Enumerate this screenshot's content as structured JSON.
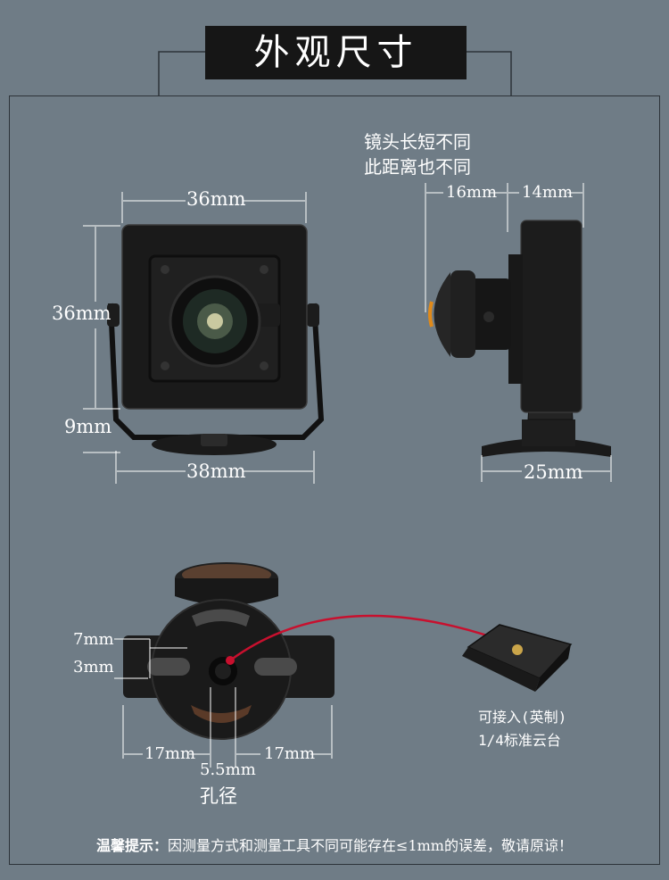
{
  "title": "外观尺寸",
  "front_view": {
    "width_top": "36mm",
    "height_left": "36mm",
    "bracket_height": "9mm",
    "width_bottom": "38mm"
  },
  "side_view": {
    "note_line1": "镜头长短不同",
    "note_line2": "此距离也不同",
    "dim_lens": "16mm",
    "dim_body": "14mm",
    "dim_base": "25mm"
  },
  "bottom_view": {
    "dim_slot": "7mm",
    "dim_slot_height": "3mm",
    "dim_left": "17mm",
    "dim_right": "17mm",
    "hole_diameter": "5.5mm",
    "hole_label": "孔径"
  },
  "tripod": {
    "line1": "可接入(英制)",
    "line2": "1/4标准云台"
  },
  "footer": {
    "label": "温馨提示：",
    "text": "因测量方式和测量工具不同可能存在≤1mm的误差，敬请原谅！"
  },
  "colors": {
    "background": "#6f7c86",
    "title_box": "#161616",
    "camera_body": "#1a1a1a",
    "accent_red": "#c8102e"
  }
}
